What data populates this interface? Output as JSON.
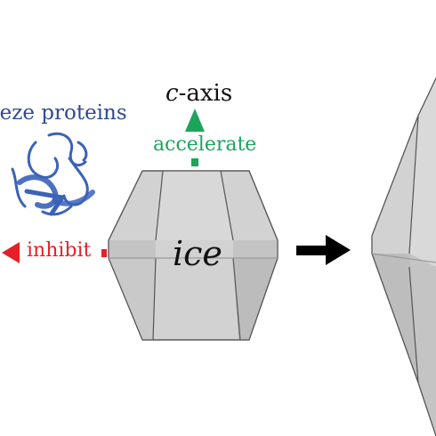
{
  "labels": {
    "proteins": "eeze proteins",
    "c_axis_italic": "c",
    "c_axis_rest": "-axis",
    "accelerate": "accelerate",
    "inhibit": "inhibit",
    "ice": "ice"
  },
  "colors": {
    "protein_text": "#2e4a94",
    "protein_ribbon": "#3b62b8",
    "accelerate": "#1aa55a",
    "inhibit": "#e5202a",
    "arrow": "#000000",
    "ice_face_light": "#dcdcdc",
    "ice_face_mid": "#c9c9c9",
    "ice_face_dark": "#b5b5b5",
    "ice_edge": "#555555"
  },
  "icons": {
    "protein": "protein-ribbon-icon",
    "process_arrow": "right-arrow-icon"
  }
}
